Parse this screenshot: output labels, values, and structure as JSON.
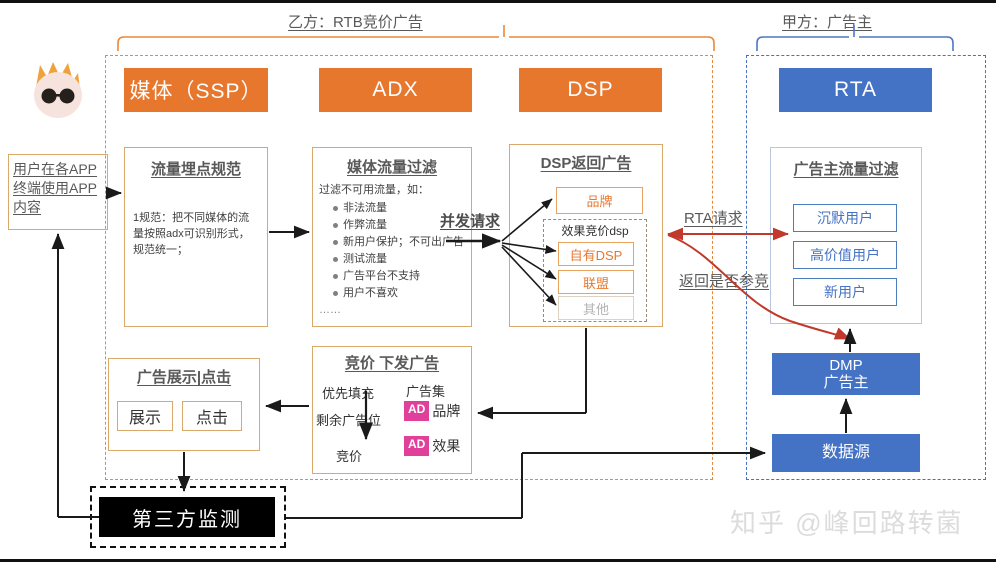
{
  "diagram": {
    "top_labels": {
      "rtb": "乙方：RTB竞价广告",
      "advertiser": "甲方：广告主"
    },
    "headers": {
      "ssp": "媒体（SSP）",
      "adx": "ADX",
      "dsp": "DSP",
      "rta": "RTA"
    },
    "user_box": "用户在各APP终端使用APP内容",
    "ssp_panel": {
      "title": "流量埋点规范",
      "body": "1规范：把不同媒体的流量按照adx可识别形式，规范统一；"
    },
    "adx_panel": {
      "title": "媒体流量过滤",
      "intro": "过滤不可用流量，如：",
      "items": [
        "非法流量",
        "作弊流量",
        "新用户保护；不可出广告",
        "测试流量",
        "广告平台不支持",
        "用户不喜欢"
      ],
      "ellipsis": "……"
    },
    "dsp_panel": {
      "title": "DSP返回广告",
      "brand": "品牌",
      "group_title": "效果竞价dsp",
      "items": [
        "自有DSP",
        "联盟",
        "其他"
      ]
    },
    "rta_panel": {
      "title": "广告主流量过滤",
      "items": [
        "沉默用户",
        "高价值用户",
        "新用户"
      ]
    },
    "bid_panel": {
      "title": "竞价 下发广告",
      "priority": "优先填充",
      "remaining": "剩余广告位",
      "bidding": "竞价",
      "adset_label": "广告集",
      "ads": [
        {
          "badge": "AD",
          "label": "品牌"
        },
        {
          "badge": "AD",
          "label": "效果"
        }
      ]
    },
    "display_panel": {
      "title": "广告展示|点击",
      "items": [
        "展示",
        "点击"
      ]
    },
    "dmp": {
      "line1": "DMP",
      "line2": "广告主"
    },
    "datasource": "数据源",
    "third_party": "第三方监测",
    "edge_labels": {
      "concurrent": "并发请求",
      "rta_request": "RTA请求",
      "rta_return": "返回是否参竞"
    },
    "watermark": "知乎 @峰回路转菌",
    "colors": {
      "orange": "#e8772e",
      "blue": "#4472c4",
      "pink": "#e0409a",
      "panel_border": "#d9a96c",
      "red_arrow": "#c0392b"
    }
  }
}
